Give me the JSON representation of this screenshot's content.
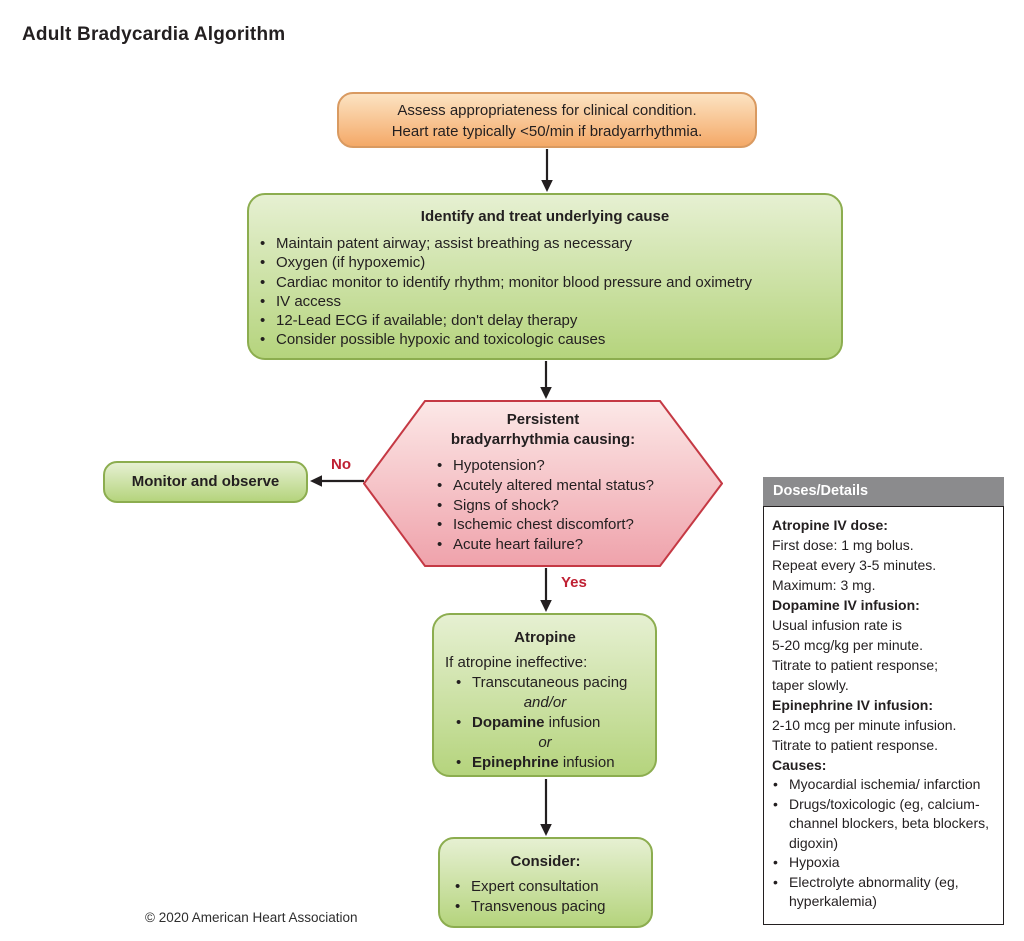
{
  "title": "Adult Bradycardia Algorithm",
  "footer": "© 2020 American Heart Association",
  "labels": {
    "no": "No",
    "yes": "Yes"
  },
  "assess_box": {
    "line1": "Assess appropriateness for clinical condition.",
    "line2": "Heart rate typically <50/min if bradyarrhythmia."
  },
  "identify_box": {
    "heading": "Identify and treat underlying cause",
    "bullets": [
      "Maintain patent airway; assist breathing as necessary",
      "Oxygen (if hypoxemic)",
      "Cardiac monitor to identify rhythm; monitor blood pressure and oximetry",
      "IV access",
      "12-Lead ECG if available; don't delay therapy",
      "Consider possible hypoxic and toxicologic causes"
    ]
  },
  "decision_hexagon": {
    "heading_line1": "Persistent",
    "heading_line2": "bradyarrhythmia causing:",
    "bullets": [
      "Hypotension?",
      "Acutely altered mental status?",
      "Signs of shock?",
      "Ischemic chest discomfort?",
      "Acute heart failure?"
    ]
  },
  "monitor_box": {
    "label": "Monitor and observe"
  },
  "atropine_box": {
    "heading": "Atropine",
    "intro": "If atropine ineffective:",
    "bullet1": "Transcutaneous pacing",
    "connector1": "and/or",
    "bullet2_bold": "Dopamine",
    "bullet2_rest": " infusion",
    "connector2": "or",
    "bullet3_bold": "Epinephrine",
    "bullet3_rest": " infusion"
  },
  "consider_box": {
    "heading": "Consider:",
    "bullets": [
      "Expert consultation",
      "Transvenous pacing"
    ]
  },
  "doses_panel": {
    "header": "Doses/Details",
    "atropine_heading": "Atropine IV dose:",
    "atropine_lines": [
      "First dose: 1 mg bolus.",
      "Repeat every 3-5 minutes.",
      "Maximum: 3 mg."
    ],
    "dopamine_heading": "Dopamine IV infusion:",
    "dopamine_lines": [
      "Usual infusion rate is",
      "5-20 mcg/kg per minute.",
      "Titrate to patient response;",
      "taper slowly."
    ],
    "epinephrine_heading": "Epinephrine IV infusion:",
    "epinephrine_lines": [
      "2-10 mcg per minute infusion.",
      "Titrate to patient response."
    ],
    "causes_heading": "Causes:",
    "causes_bullets": [
      "Myocardial ischemia/ infarction",
      "Drugs/toxicologic (eg, calcium-channel blockers, beta blockers, digoxin)",
      "Hypoxia",
      "Electrolyte abnormality (eg, hyperkalemia)"
    ]
  },
  "colors": {
    "assess_border": "#d99a61",
    "assess_fill_top": "#fce3c2",
    "assess_fill_bottom": "#f4a968",
    "green_border": "#8cad4f",
    "green_fill_top": "#e6f0d2",
    "green_fill_bottom": "#b5d47d",
    "pink_border": "#c53944",
    "pink_fill_top": "#fce8e7",
    "pink_fill_bottom": "#efa2ab",
    "accent_red": "#bf2033",
    "panel_header_bg": "#8b8b8d",
    "arrow_black": "#231f20"
  }
}
